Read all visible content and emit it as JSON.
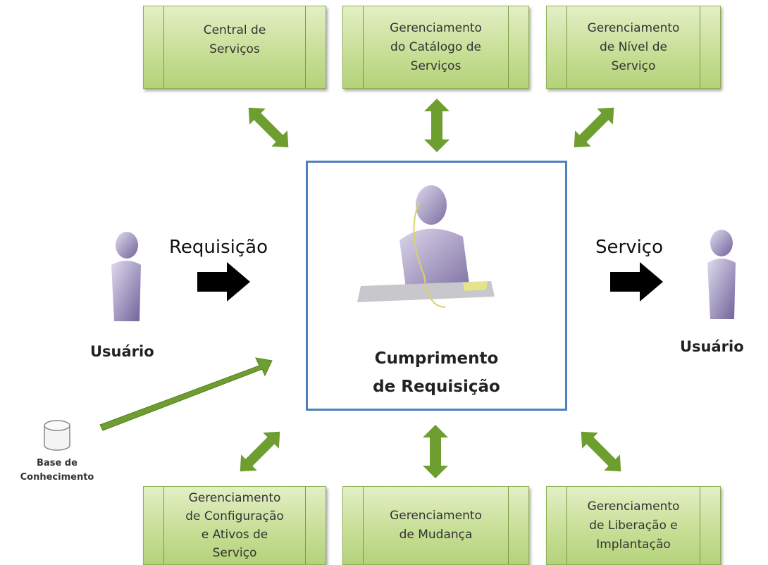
{
  "boxes_top": [
    {
      "label": "Central de\nServiços"
    },
    {
      "label": "Gerenciamento\ndo Catálogo de\nServiços"
    },
    {
      "label": "Gerenciamento\nde Nível de\nServiço"
    }
  ],
  "boxes_bottom": [
    {
      "label": "Gerenciamento\nde Configuração\ne Ativos de\nServiço"
    },
    {
      "label": "Gerenciamento\nde Mudança"
    },
    {
      "label": "Gerenciamento\nde Liberação e\nImplantação"
    }
  ],
  "center": {
    "title": "Cumprimento\nde Requisição"
  },
  "left_user": {
    "label": "Usuário"
  },
  "right_user": {
    "label": "Usuário"
  },
  "request_label": "Requisição",
  "service_label": "Serviço",
  "knowledge_base": {
    "label": "Base de\nConhecimento"
  },
  "colors": {
    "box_green": "#c8df97",
    "arrow_green": "#6a9a2e",
    "center_border": "#4f7fbd",
    "person": "#9c8fb8"
  }
}
